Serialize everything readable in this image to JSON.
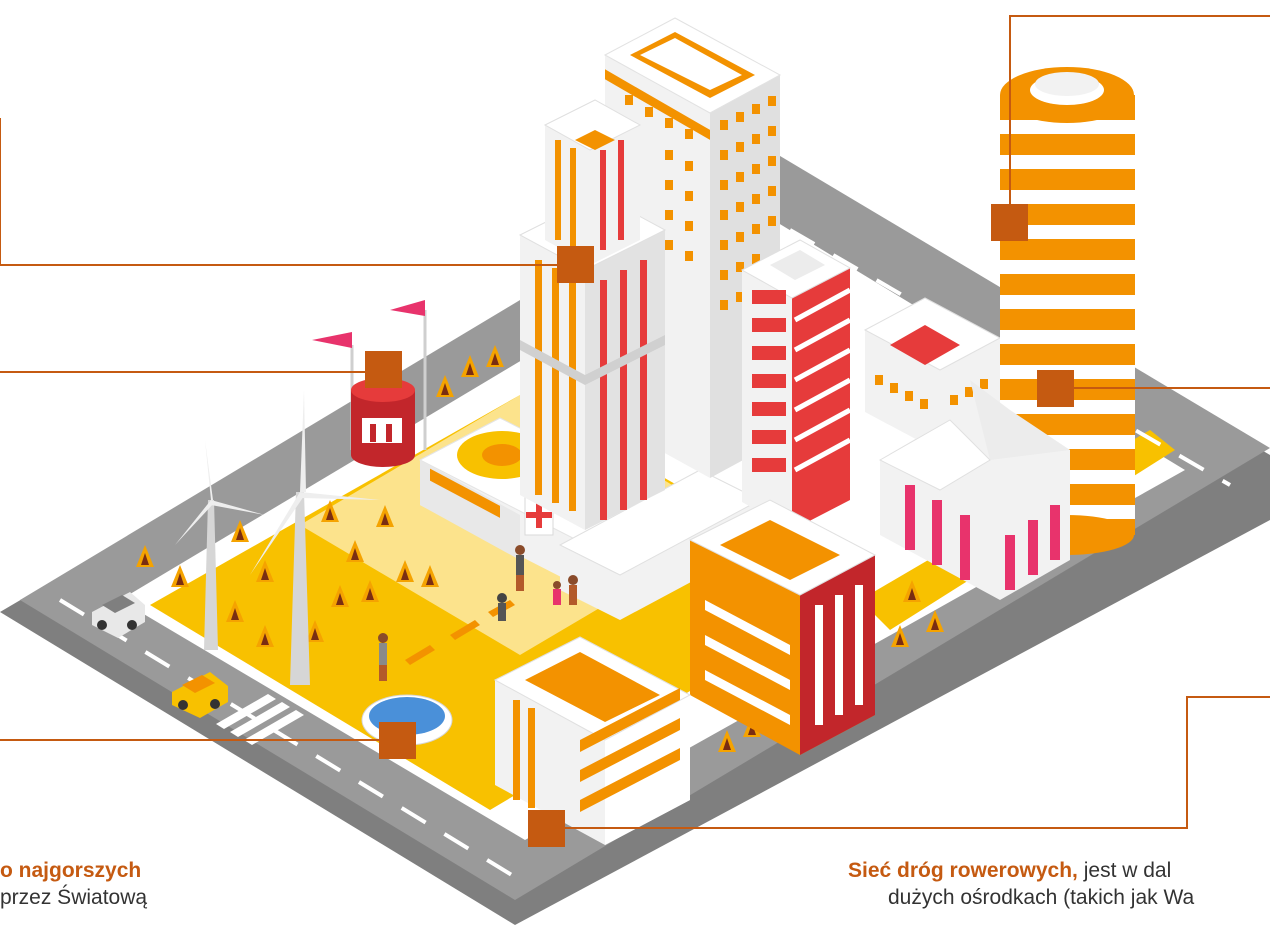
{
  "colors": {
    "road": "#9a9a9a",
    "road_dark": "#7f7f7f",
    "plaza": "#f8c100",
    "orange": "#f39200",
    "red": "#e63b3b",
    "crimson": "#c2262b",
    "pink": "#e8336c",
    "wall_light": "#f2f2f2",
    "wall_shade": "#d6d6d6",
    "tree": "#f5a300",
    "trunk": "#7a2d12",
    "callout": "#c55a11",
    "water": "#4a90d9"
  },
  "icons": [
    "wind-turbine-icon",
    "tree-icon",
    "car-icon",
    "bench-icon",
    "person-icon",
    "flag-icon",
    "fountain-icon",
    "red-cross-icon"
  ],
  "captions": {
    "left": {
      "bold": "o najgorszych",
      "line2": "przez Światową"
    },
    "right": {
      "bold": "Sieć dróg rowerowych,",
      "rest": " jest w dal",
      "line2": "dużych ośrodkach (takich jak Wa"
    }
  }
}
